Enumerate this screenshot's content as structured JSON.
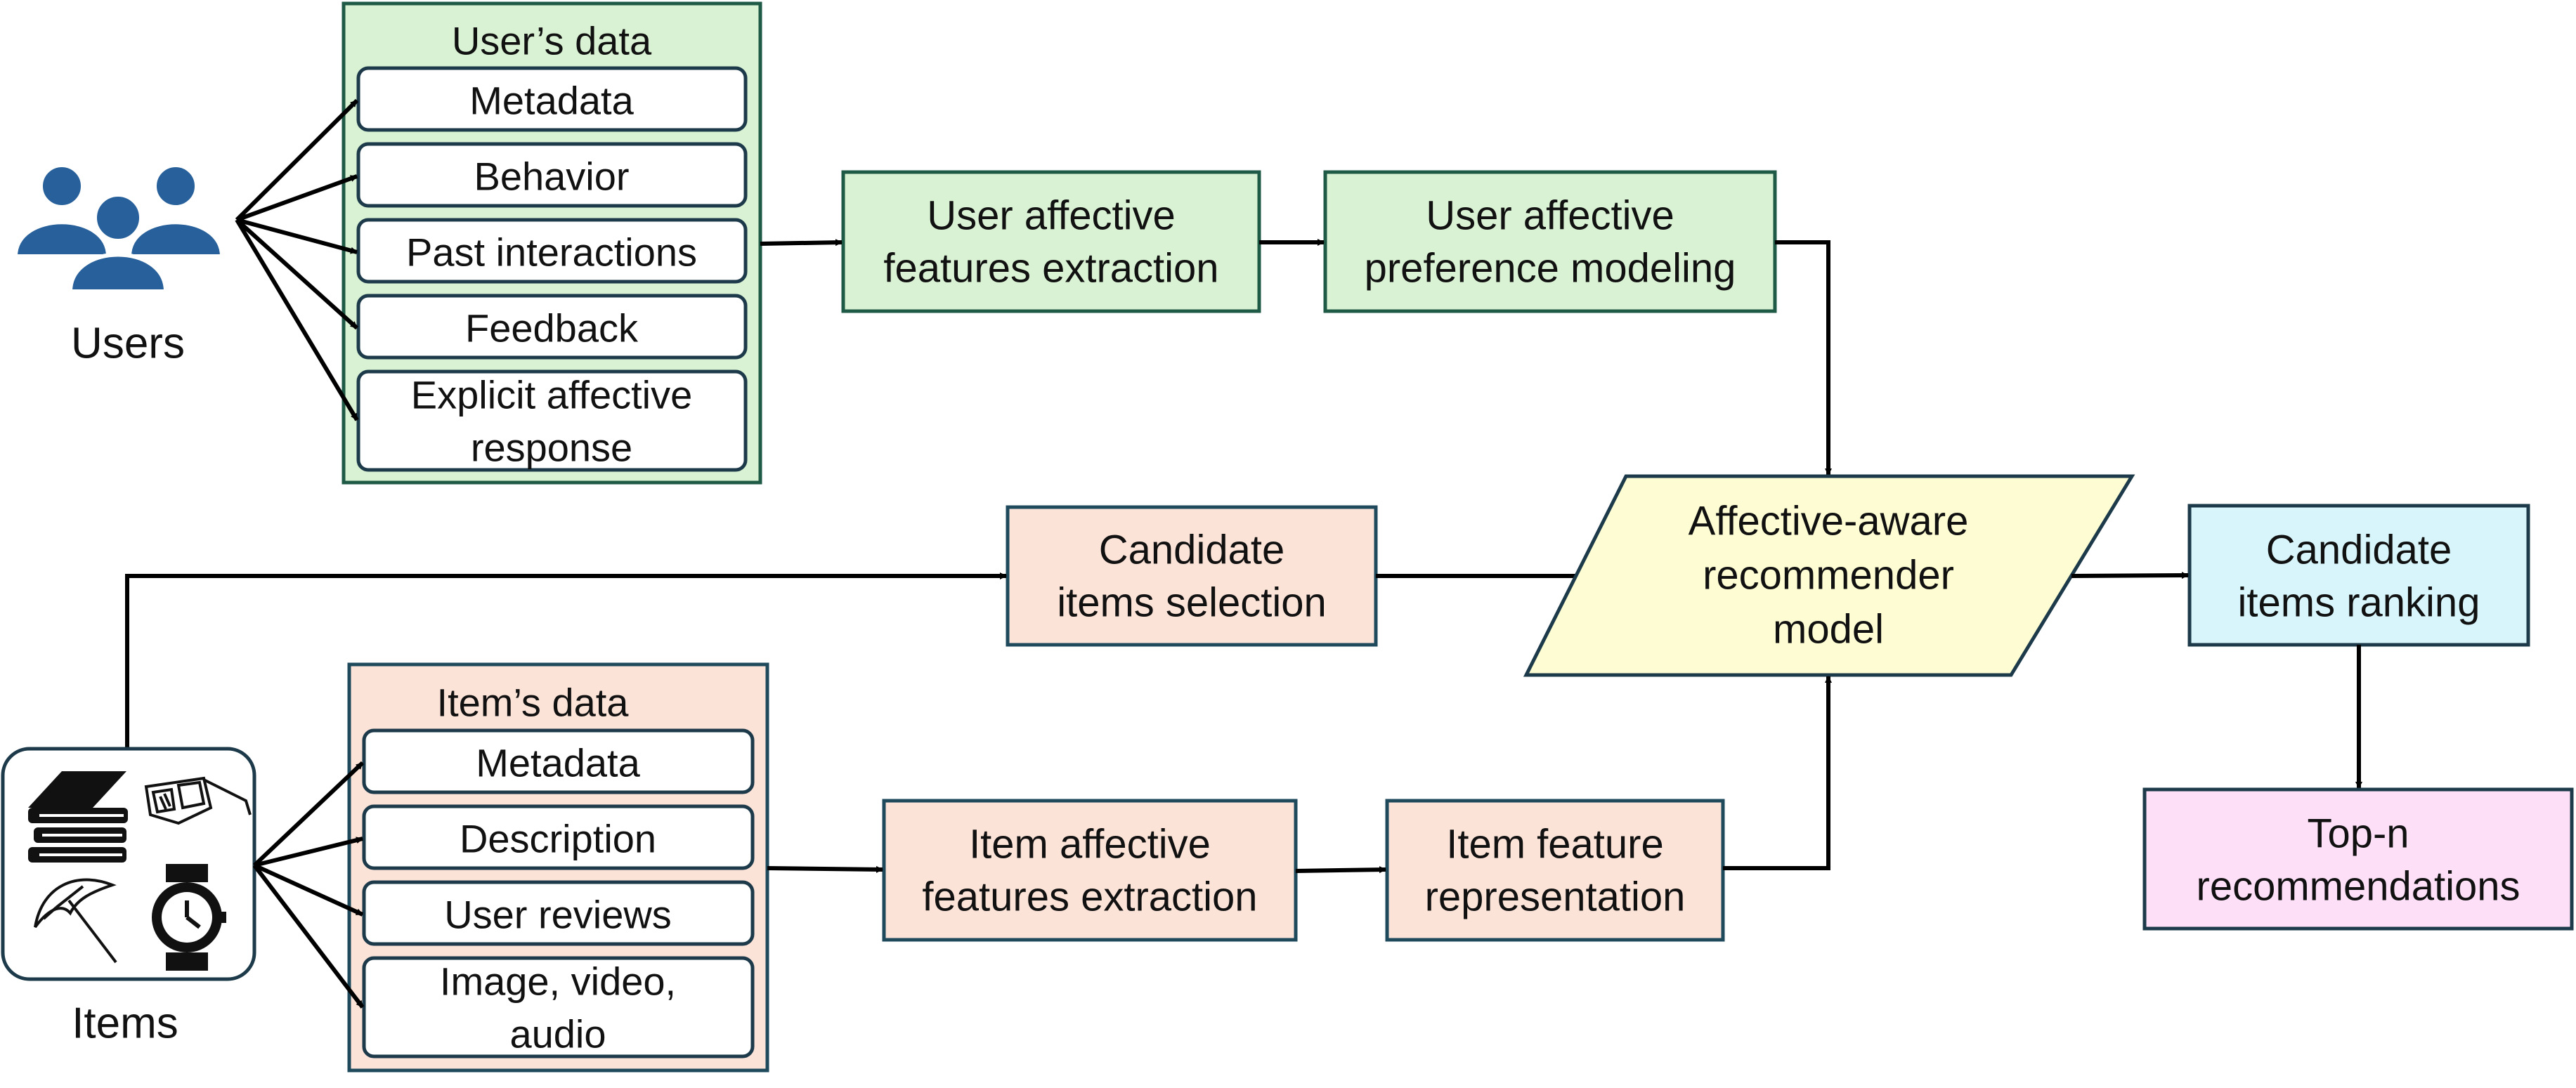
{
  "colors": {
    "green_fill": "#d9f2d3",
    "green_border": "#1e5a46",
    "peach_fill": "#fce3d8",
    "peach_border": "#1e4a5c",
    "yellow_fill": "#fdfcd2",
    "cyan_fill": "#d7f5fa",
    "pink_fill": "#fde0f7",
    "dark_border": "#1d3a4a",
    "icon_blue": "#27609a"
  },
  "users": {
    "icon": "users-group-icon",
    "label": "Users",
    "data_panel": {
      "title": "User’s data",
      "items": [
        "Metadata",
        "Behavior",
        "Past interactions",
        "Feedback",
        "Explicit affective",
        "response"
      ]
    }
  },
  "items": {
    "icons": [
      "books-icon",
      "3d-glasses-icon",
      "umbrella-icon",
      "wristwatch-icon"
    ],
    "label": "Items",
    "data_panel": {
      "title": "Item’s data",
      "items": [
        "Metadata",
        "Description",
        "User reviews",
        "Image, video,",
        "audio"
      ]
    }
  },
  "steps": {
    "user_extraction": [
      "User affective",
      "features extraction"
    ],
    "user_modeling": [
      "User affective",
      "preference modeling"
    ],
    "candidate_selection": [
      "Candidate",
      "items selection"
    ],
    "recommender_model": [
      "Affective-aware",
      "recommender",
      "model"
    ],
    "candidate_ranking": [
      "Candidate",
      "items ranking"
    ],
    "top_n": [
      "Top-n",
      "recommendations"
    ],
    "item_extraction": [
      "Item affective",
      "features extraction"
    ],
    "item_representation": [
      "Item feature",
      "representation"
    ]
  }
}
